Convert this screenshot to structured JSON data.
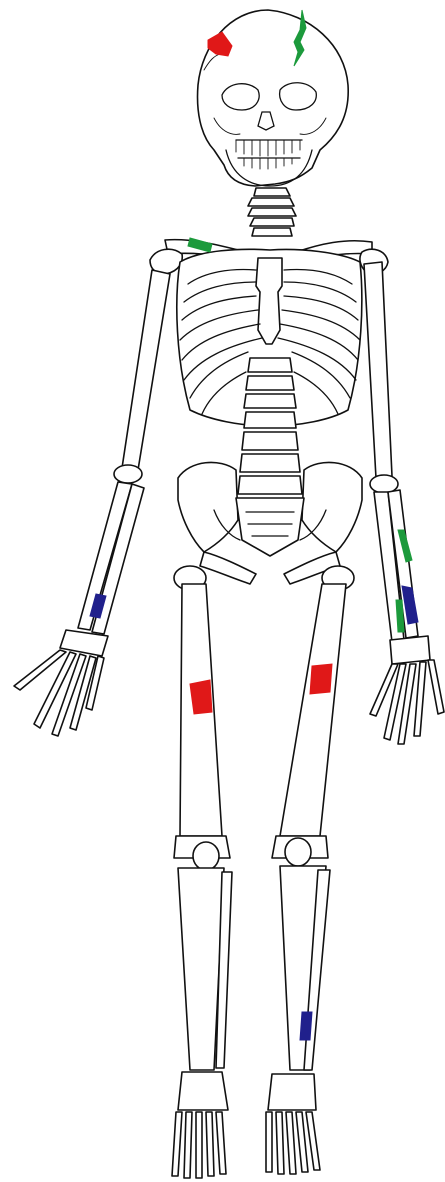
{
  "figure": {
    "description_visible_text": "",
    "marker_colors": {
      "red": "#e01818",
      "green": "#1c9a3c",
      "blue": "#20208c"
    },
    "markers": [
      {
        "id": "skull-left",
        "color": "red"
      },
      {
        "id": "skull-right-crack",
        "color": "green"
      },
      {
        "id": "left-clavicle",
        "color": "green"
      },
      {
        "id": "right-radius-distal",
        "color": "blue"
      },
      {
        "id": "left-ulna-upper",
        "color": "green"
      },
      {
        "id": "left-radius-distal",
        "color": "blue"
      },
      {
        "id": "left-ulna-distal",
        "color": "green"
      },
      {
        "id": "right-femur-mid",
        "color": "red"
      },
      {
        "id": "left-femur-mid",
        "color": "red"
      },
      {
        "id": "left-fibula-distal",
        "color": "blue"
      }
    ]
  }
}
